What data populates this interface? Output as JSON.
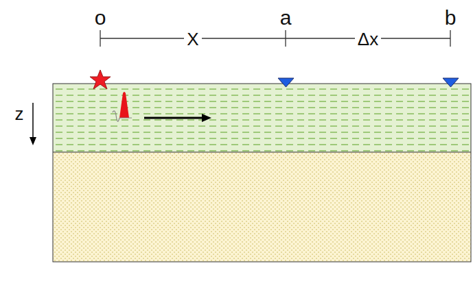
{
  "diagram": {
    "labels": [
      "o",
      "a",
      "b",
      "X",
      "Δx",
      "z"
    ]
  }
}
